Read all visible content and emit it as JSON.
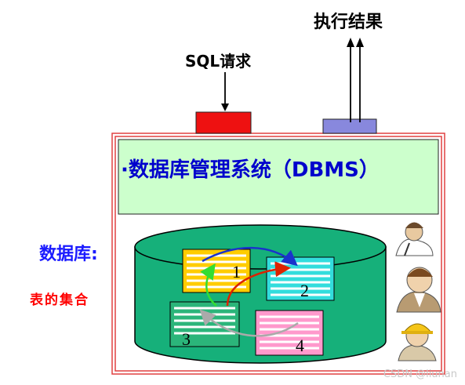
{
  "labels": {
    "execution_result": "执行结果",
    "sql_request": "SQL请求",
    "dbms": "·数据库管理系统（DBMS）",
    "database": "数据库:",
    "table_collection": "表的集合"
  },
  "tables": [
    {
      "number": "1",
      "color": "#ffcc00"
    },
    {
      "number": "2",
      "color": "#33dddd"
    },
    {
      "number": "3",
      "color": "#2bb57a"
    },
    {
      "number": "4",
      "color": "#ff99cc"
    }
  ],
  "colors": {
    "outer_border": "#e04040",
    "dbms_box": "#ccffcc",
    "cylinder": "#16b07a",
    "input_block": "#ee1111",
    "output_block": "#8888dd"
  },
  "watermark": "CSDN @liunan"
}
